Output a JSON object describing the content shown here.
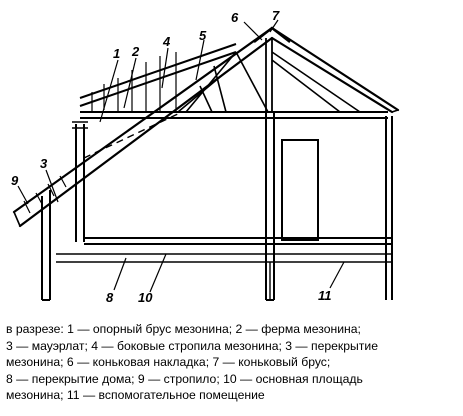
{
  "figure": {
    "labels": {
      "n1": "1",
      "n2": "2",
      "n3": "3",
      "n4": "4",
      "n5": "5",
      "n6": "6",
      "n7": "7",
      "n8": "8",
      "n9": "9",
      "n10": "10",
      "n11": "11"
    }
  },
  "caption": {
    "lines": [
      "в разрезе: 1 — опорный брус мезонина; 2 — ферма мезонина;",
      "3 — мауэрлат; 4 — боковые стропила мезонина; 3 — перекрытие",
      "мезонина; 6 — коньковая накладка; 7 — коньковый брус;",
      "8 — перекрытие дома; 9 — стропило; 10 — основная площадь",
      "мезонина; 11 — вспомогательное помещение"
    ]
  }
}
